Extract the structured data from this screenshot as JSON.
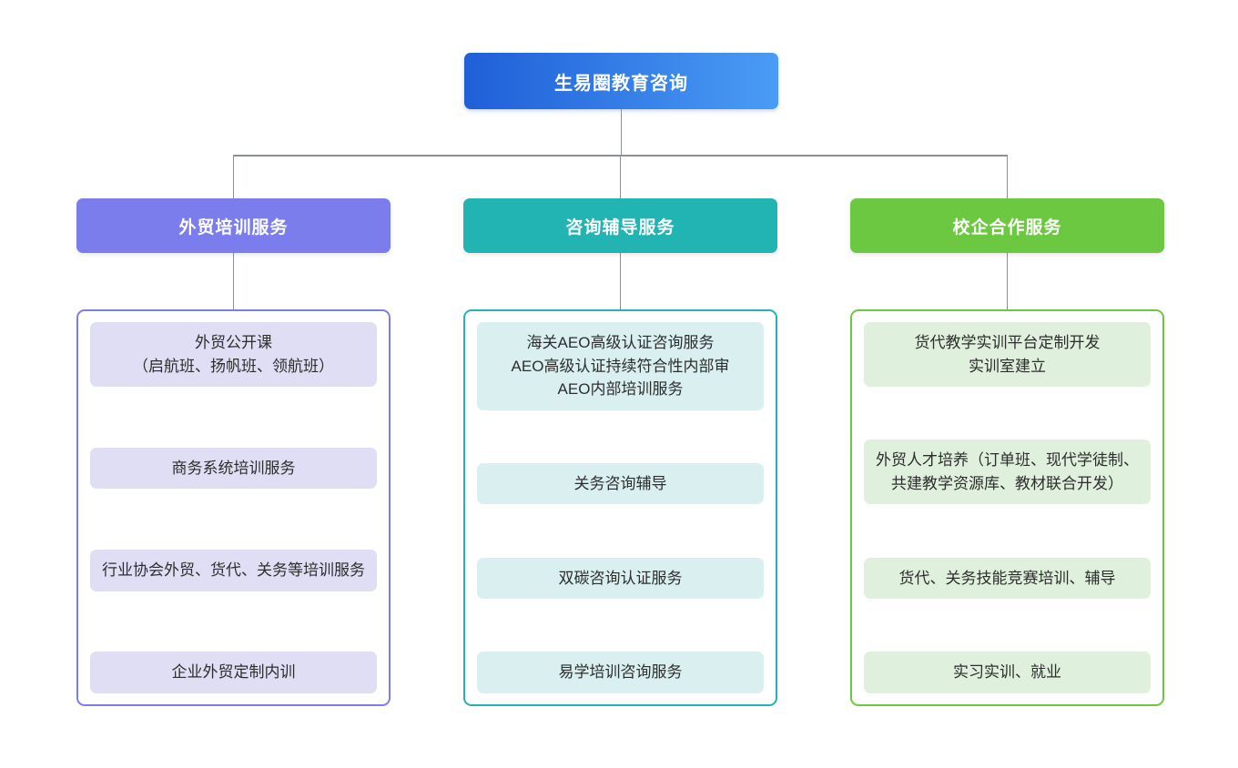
{
  "diagram": {
    "title": "生易圈教育咨询",
    "root": {
      "label": "生易圈教育咨询",
      "gradient_from": "#1f5fd8",
      "gradient_to": "#4a9cf5",
      "text_color": "#ffffff"
    },
    "connector_color": "#8a8f9a",
    "background": "#ffffff",
    "branches": [
      {
        "label": "外贸培训服务",
        "header_color": "#7b7ded",
        "border_color": "#7b7ded",
        "item_background": "#dfdef5",
        "items": [
          {
            "label": "外贸公开课\n（启航班、扬帆班、领航班）"
          },
          {
            "label": "商务系统培训服务"
          },
          {
            "label": "行业协会外贸、货代、关务等培训服务"
          },
          {
            "label": "企业外贸定制内训"
          }
        ]
      },
      {
        "label": "咨询辅导服务",
        "header_color": "#22b3b3",
        "border_color": "#22b3b3",
        "item_background": "#d9eff0",
        "items": [
          {
            "label": "海关AEO高级认证咨询服务\nAEO高级认证持续符合性内部审\nAEO内部培训服务"
          },
          {
            "label": "关务咨询辅导"
          },
          {
            "label": "双碳咨询认证服务"
          },
          {
            "label": "易学培训咨询服务"
          }
        ]
      },
      {
        "label": "校企合作服务",
        "header_color": "#6cc840",
        "border_color": "#6cc840",
        "item_background": "#dff0dd",
        "items": [
          {
            "label": "货代教学实训平台定制开发\n实训室建立"
          },
          {
            "label": "外贸人才培养（订单班、现代学徒制、共建教学资源库、教材联合开发）"
          },
          {
            "label": "货代、关务技能竞赛培训、辅导"
          },
          {
            "label": "实习实训、就业"
          }
        ]
      }
    ]
  }
}
